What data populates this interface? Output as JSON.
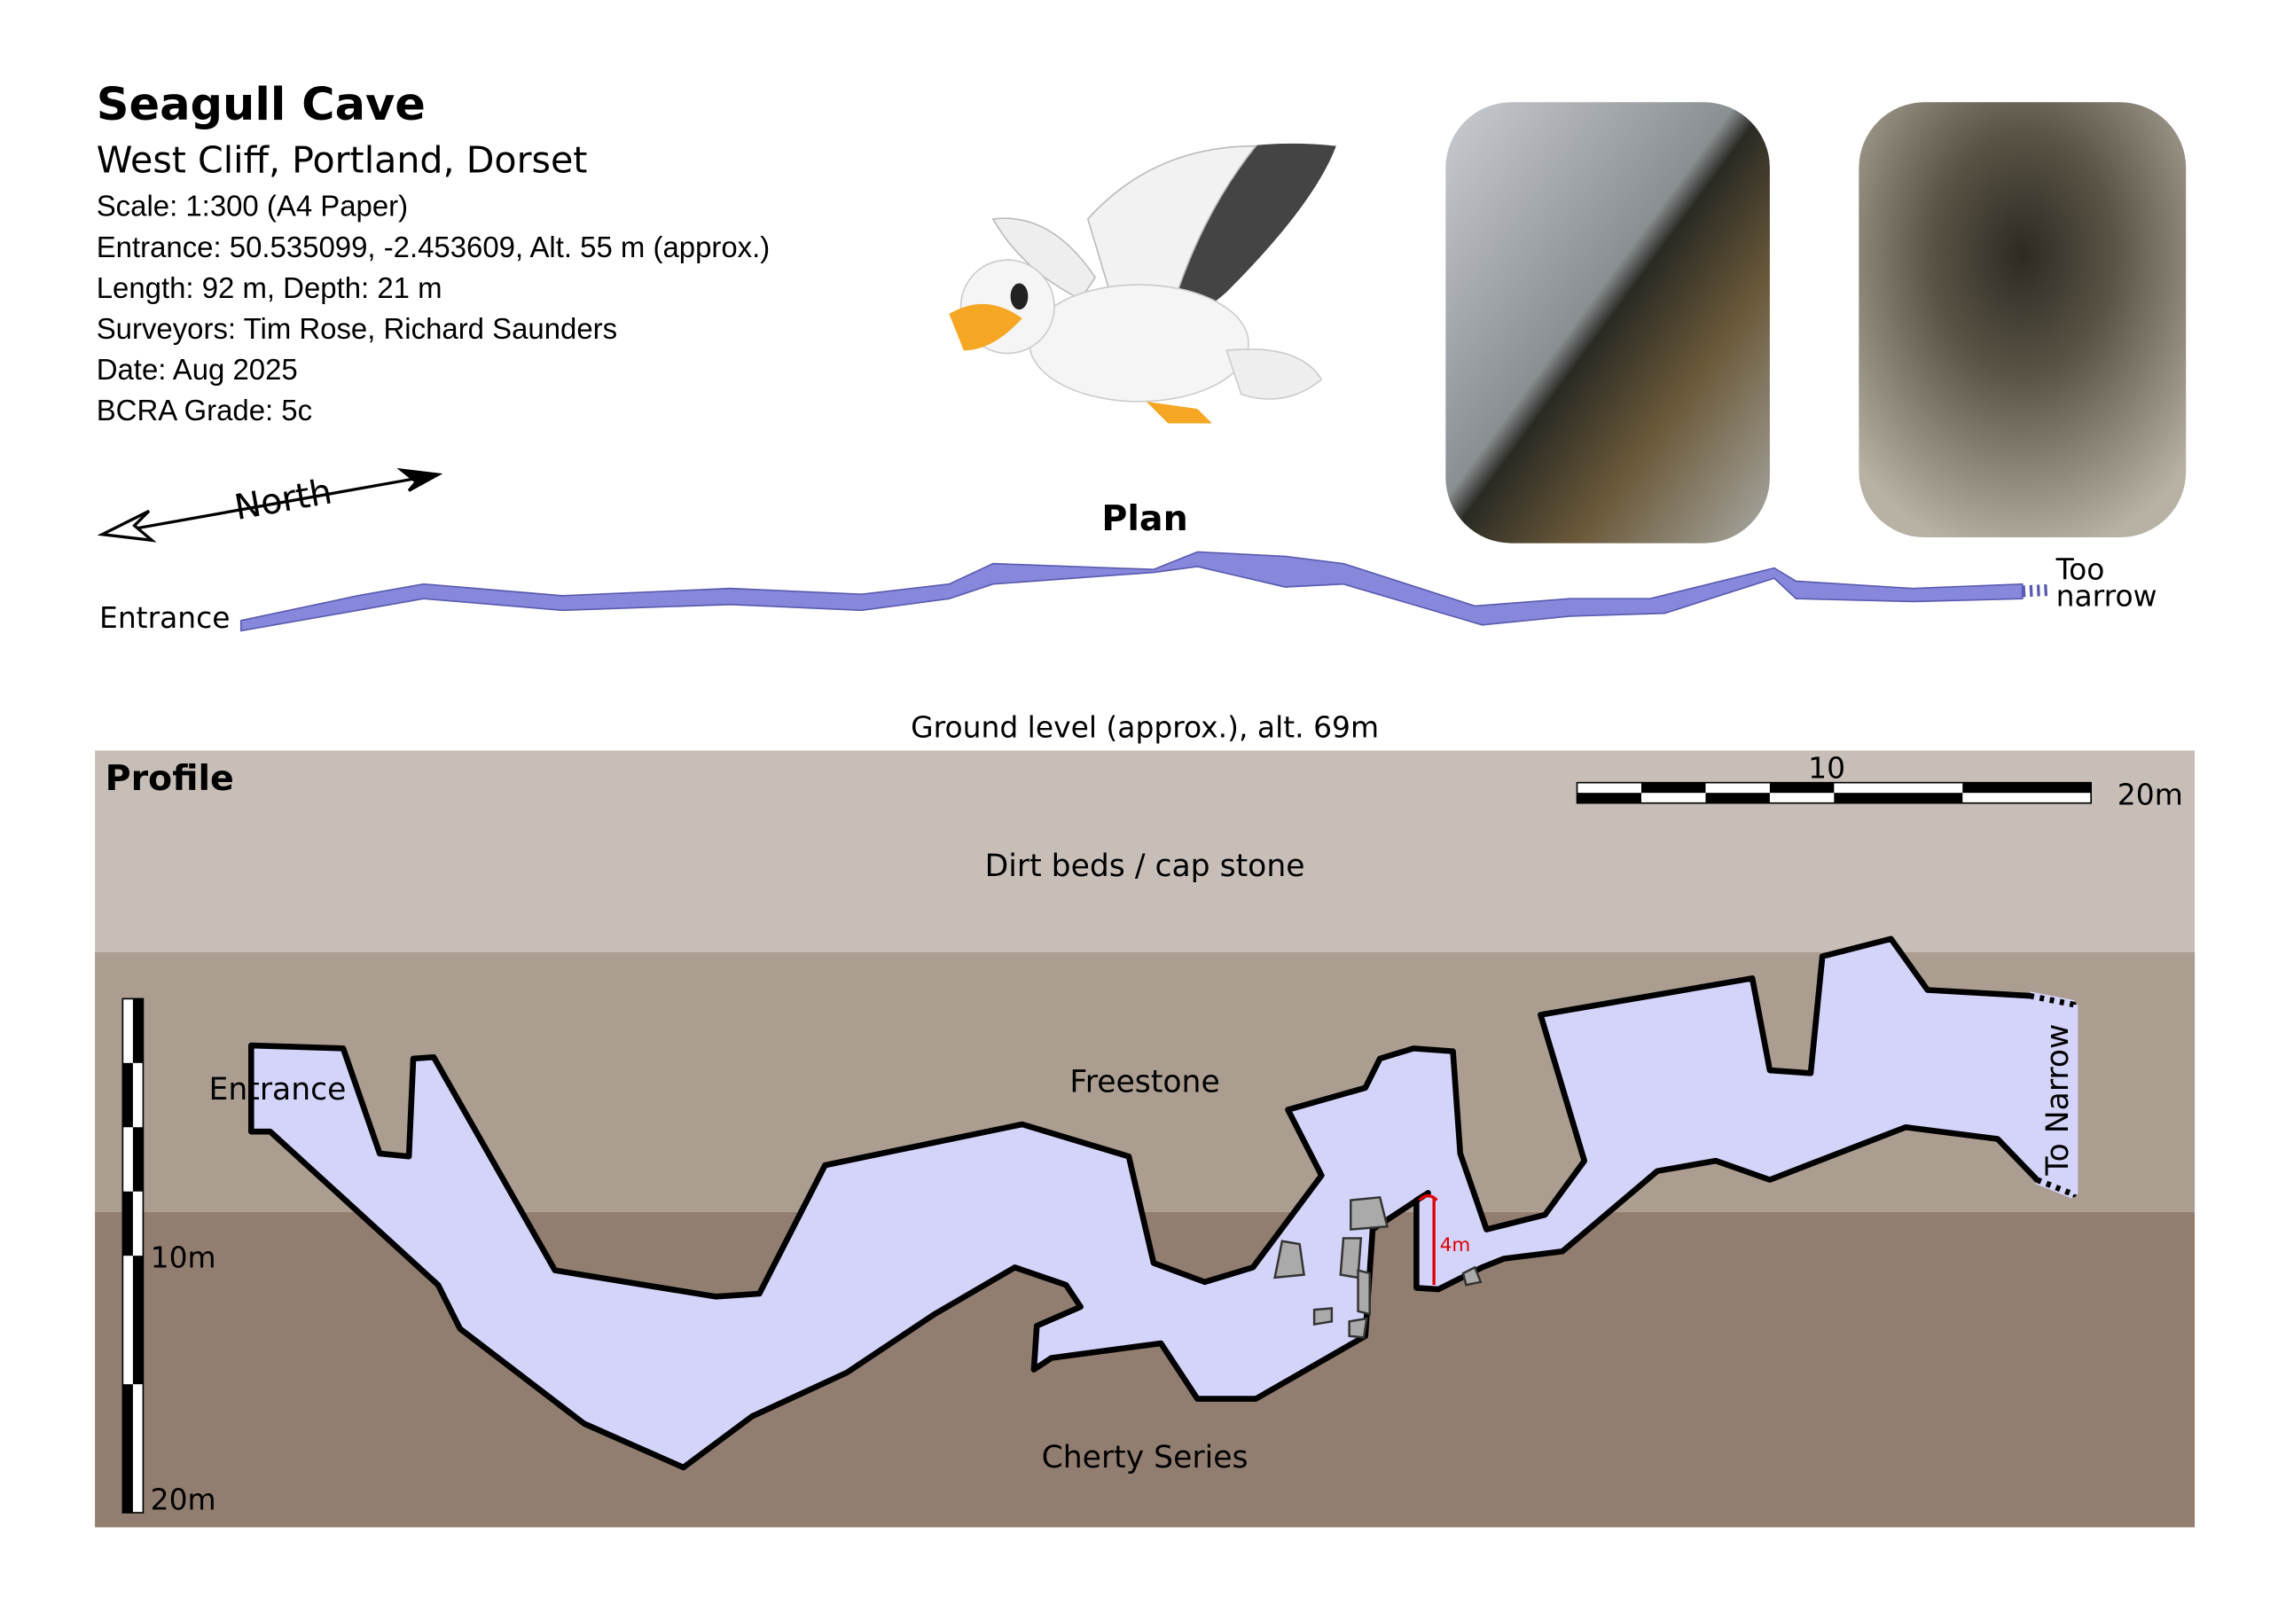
{
  "header": {
    "title": "Seagull Cave",
    "subtitle": "West Cliff, Portland, Dorset",
    "details": [
      "Scale: 1:300 (A4 Paper)",
      "Entrance: 50.535099, -2.453609, Alt. 55 m (approx.)",
      "Length: 92 m, Depth: 21 m",
      "Surveyors: Tim Rose, Richard Saunders",
      "Date: Aug 2025",
      "BCRA Grade: 5c"
    ]
  },
  "plan": {
    "north_label": "North",
    "title": "Plan",
    "entrance_label": "Entrance",
    "end_label_1": "Too",
    "end_label_2": "narrow"
  },
  "profile": {
    "ground_level": "Ground level (approx.), alt. 69m",
    "title": "Profile",
    "layers": [
      "Dirt beds / cap stone",
      "Freestone",
      "Cherty Series"
    ],
    "entrance_label": "Entrance",
    "end_label": "To Narrow",
    "pitch_label": "4m",
    "scale_h": {
      "mid": "10",
      "end": "20m"
    },
    "scale_v": {
      "mid": "10m",
      "end": "20m"
    }
  },
  "colors": {
    "cap": "#c8beb8",
    "freestone": "#ab9d90",
    "cherty": "#927e70",
    "cave_profile": "#d4d4fb",
    "cave_plan": "#8787dc",
    "pitch": "#e00000"
  }
}
